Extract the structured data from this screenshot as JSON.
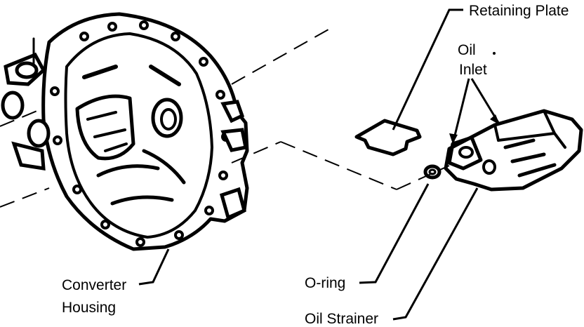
{
  "labels": {
    "retaining_plate": "Retaining Plate",
    "oil_inlet_line1": "Oil",
    "oil_inlet_line2": "Inlet",
    "converter_housing_line1": "Converter",
    "converter_housing_line2": "Housing",
    "o_ring": "O-ring",
    "oil_strainer": "Oil Strainer"
  }
}
